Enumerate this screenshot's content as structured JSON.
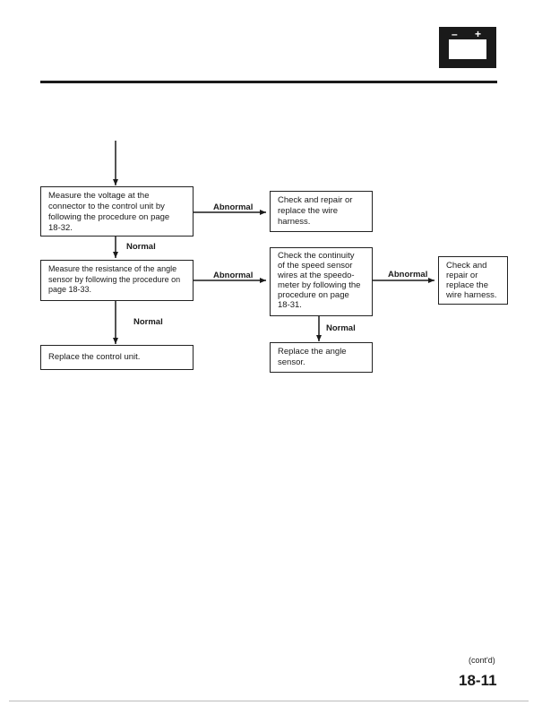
{
  "header": {
    "icon": "battery-icon",
    "battery_minus": "–",
    "battery_plus": "+"
  },
  "flowchart": {
    "box_measure_voltage": "Measure the voltage at the\nconnector to the control unit by\nfollowing the procedure on page\n18-32.",
    "box_repair_harness_1": "Check and repair or\nreplace the wire\nharness.",
    "box_measure_resistance": "Measure the resistance of the angle\nsensor by following the procedure on\npage 18-33.",
    "box_check_continuity": "Check the continuity\nof the speed sensor\nwires at the speedo-\nmeter by following the\nprocedure on page\n18-31.",
    "box_repair_harness_2": "Check and\nrepair or\nreplace the\nwire harness.",
    "box_replace_control": "Replace the control unit.",
    "box_replace_sensor": "Replace the angle\nsensor.",
    "label_abnormal_1": "Abnormal",
    "label_normal_1": "Normal",
    "label_abnormal_2": "Abnormal",
    "label_abnormal_3": "Abnormal",
    "label_normal_2": "Normal",
    "label_normal_3": "Normal"
  },
  "footer": {
    "contd": "(cont'd)",
    "page_number": "18-11"
  },
  "colors": {
    "ink": "#1a1a1a",
    "paper": "#ffffff"
  }
}
